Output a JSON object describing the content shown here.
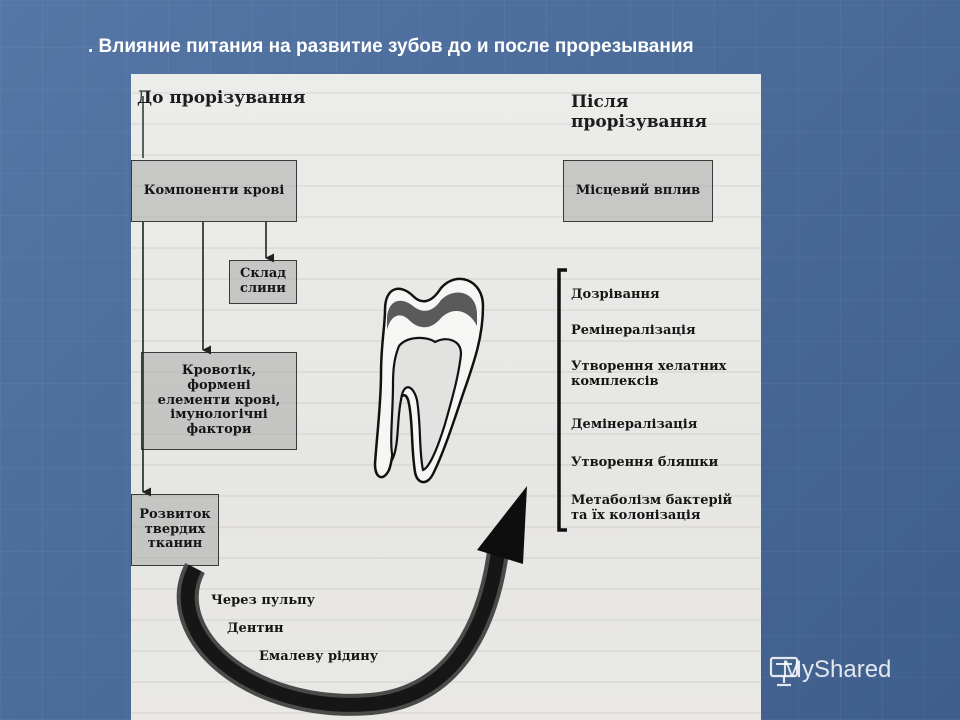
{
  "slide": {
    "title": ". Влияние питания на развитие зубов до и после прорезывания"
  },
  "diagram": {
    "left_header": "До прорізування",
    "right_header": "Після прорізування",
    "box_blood_components": "Компоненти крові",
    "box_saliva": "Склад\nслини",
    "box_blood_flow": "Кровотік,\nформені\nелементи крові,\nімунологічні\nфактори",
    "box_hard_tissue": "Розвиток\nтвердих\nтканин",
    "box_local_effect": "Місцевий вплив",
    "after_items": [
      "Дозрівання",
      "Ремінералізація",
      "Утворення хелатних\nкомплексів",
      "Демінералізація",
      "Утворення бляшки",
      "Метаболізм бактерій\nта їх колонізація"
    ],
    "path_labels": [
      "Через пульпу",
      "Дентин",
      "Емалеву рідину"
    ]
  },
  "watermark": {
    "text": "MyShared",
    "icon": "presentation-board-icon"
  },
  "colors": {
    "background": "#4a6a9a",
    "title": "#ffffff",
    "scan": "#e9e9e7"
  }
}
